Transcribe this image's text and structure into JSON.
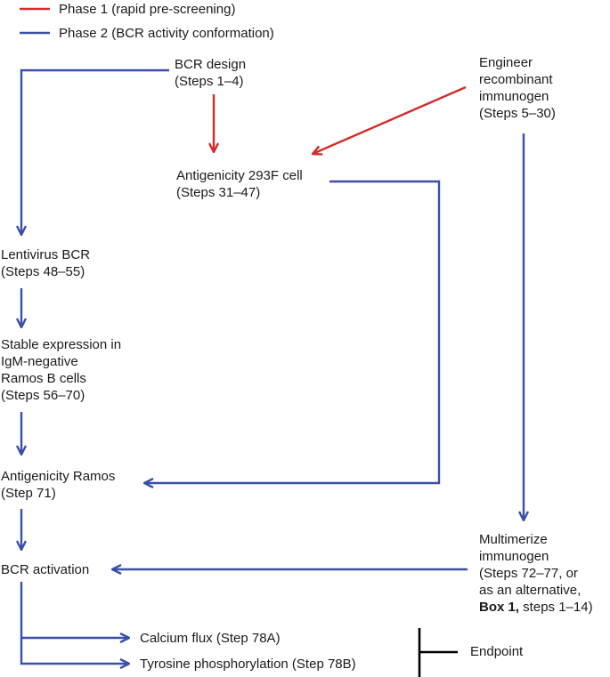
{
  "colors": {
    "phase1": "#d42a2a",
    "phase2": "#3a4fa8",
    "endpoint": "#000000",
    "text": "#1a1a1a"
  },
  "legend": [
    {
      "id": "phase1",
      "label": "Phase 1 (rapid pre-screening)"
    },
    {
      "id": "phase2",
      "label": "Phase 2 (BCR activity conformation)"
    }
  ],
  "nodes": {
    "bcr_design": {
      "lines": [
        "BCR design",
        "(Steps 1–4)"
      ]
    },
    "engineer_immunogen": {
      "lines": [
        "Engineer",
        "recombinant",
        "immunogen",
        "(Steps 5–30)"
      ]
    },
    "antigenicity_293f": {
      "lines": [
        "Antigenicity 293F cell",
        "(Steps 31–47)"
      ]
    },
    "lentivirus_bcr": {
      "lines": [
        "Lentivirus BCR",
        "(Steps 48–55)"
      ]
    },
    "stable_expression": {
      "lines": [
        "Stable expression in",
        "IgM-negative",
        "Ramos B cells",
        "(Steps 56–70)"
      ]
    },
    "antigenicity_ramos": {
      "lines": [
        "Antigenicity Ramos",
        "(Step 71)"
      ]
    },
    "bcr_activation": {
      "lines": [
        "BCR activation"
      ]
    },
    "multimerize": {
      "lines": [
        "Multimerize",
        "immunogen",
        "(Steps 72–77, or",
        "as an alternative,"
      ],
      "last_line_bold": "Box 1,",
      "last_line_rest": " steps 1–14)"
    },
    "calcium_flux": {
      "lines": [
        "Calcium flux (Step 78A)"
      ]
    },
    "tyrosine": {
      "lines": [
        "Tyrosine phosphorylation (Step 78B)"
      ]
    },
    "endpoint": {
      "lines": [
        "Endpoint"
      ]
    }
  }
}
